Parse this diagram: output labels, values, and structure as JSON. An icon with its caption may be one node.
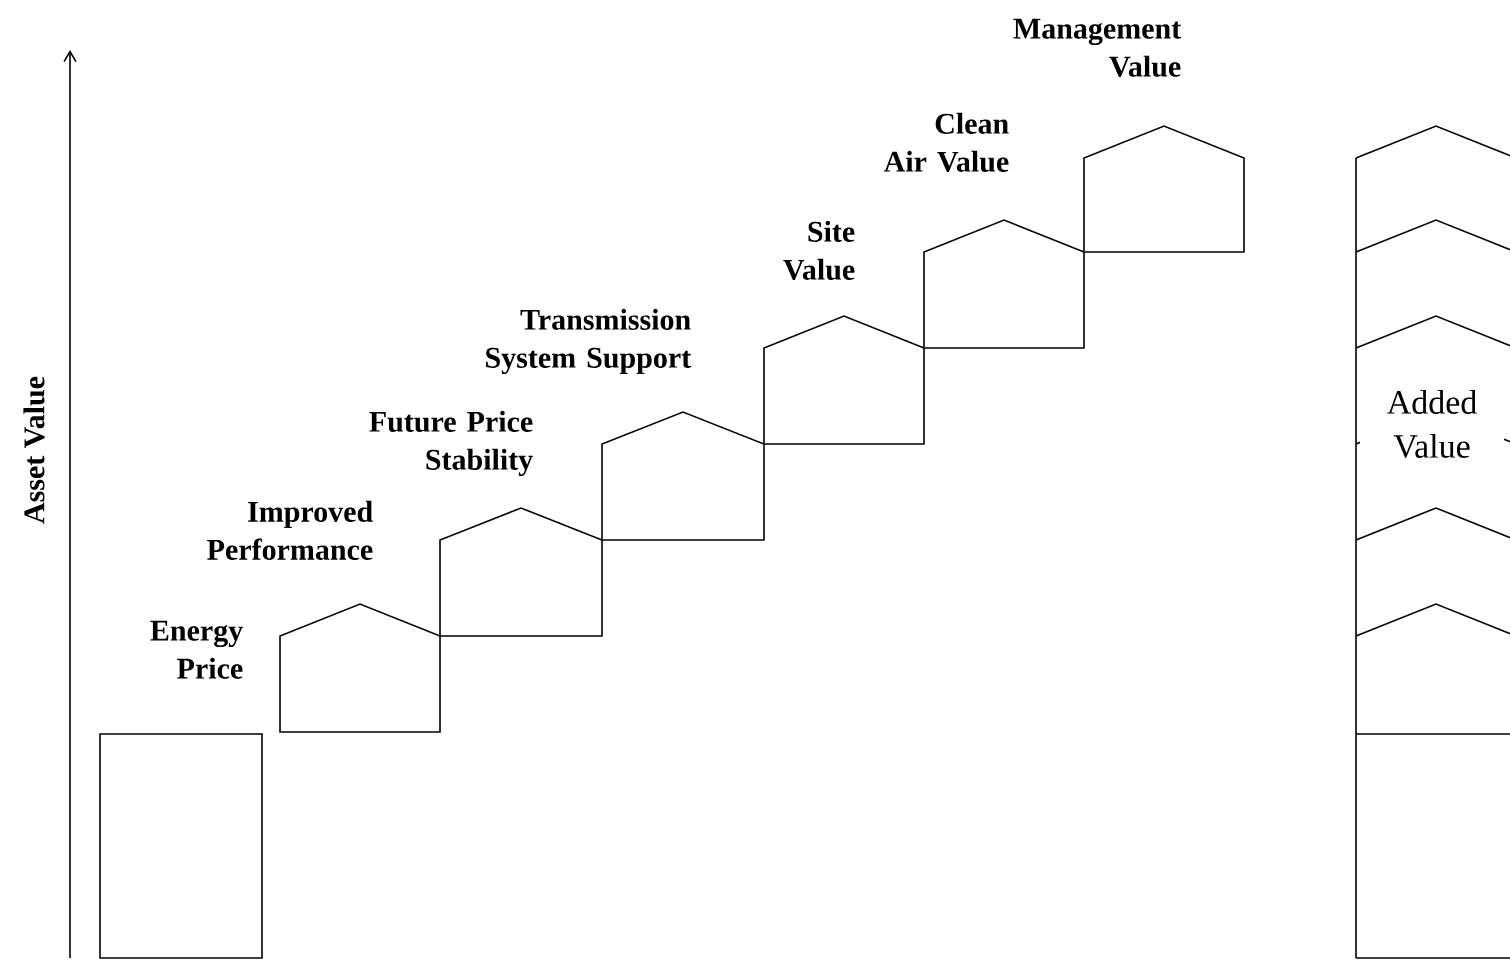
{
  "diagram": {
    "nodes": [
      {
        "text": [
          "Energy Price"
        ]
      },
      {
        "text": [
          "Improved Performance"
        ]
      },
      {
        "text": [
          "Future Price Stability"
        ]
      },
      {
        "text": [
          "Transmission System Support"
        ]
      },
      {
        "text": [
          "Site Value"
        ]
      },
      {
        "text": [
          "Clean Air Value"
        ]
      },
      {
        "text": [
          "Management Value"
        ]
      },
      {
        "text": [
          "Added Value"
        ]
      }
    ],
    "labels": [
      "Asset Value"
    ]
  }
}
